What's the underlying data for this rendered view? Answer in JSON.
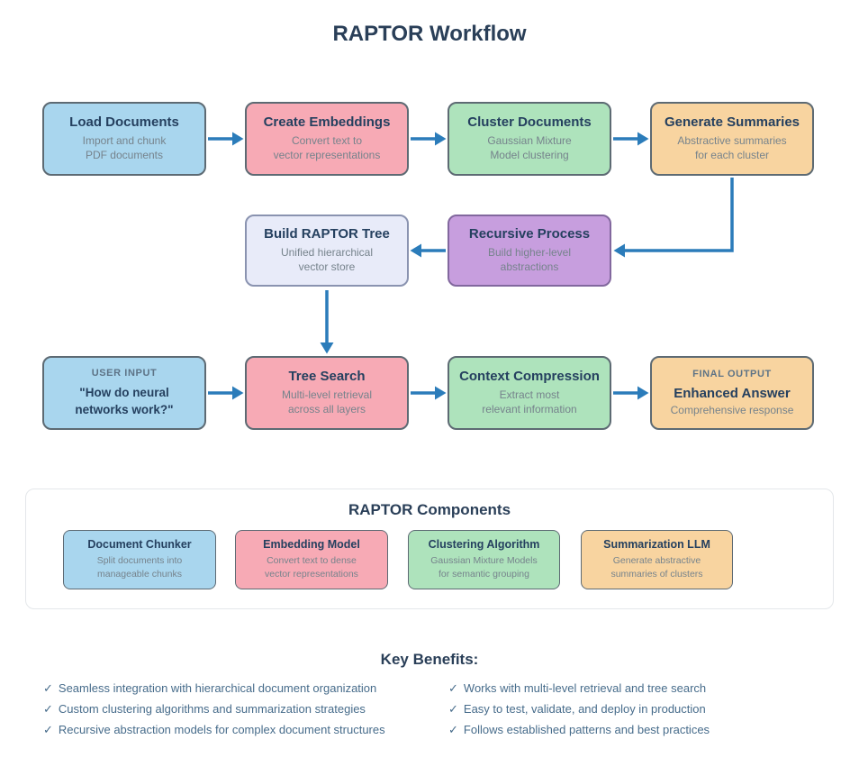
{
  "title": "RAPTOR Workflow",
  "palette": {
    "arrow": "#2b7cba",
    "blue_fill": "#a9d6ee",
    "pink_fill": "#f7aab5",
    "green_fill": "#aee3bc",
    "orange_fill": "#f8d4a0",
    "lavender_fill": "#e8ebf9",
    "purple_fill": "#c79ede",
    "title_navy": "#2a3f58",
    "subtitle_gray": "#76838c"
  },
  "flow": {
    "nodes": [
      {
        "title": "Load Documents",
        "subtitle": "Import and chunk\nPDF documents"
      },
      {
        "title": "Create Embeddings",
        "subtitle": "Convert text to\nvector representations"
      },
      {
        "title": "Cluster Documents",
        "subtitle": "Gaussian Mixture\nModel clustering"
      },
      {
        "title": "Generate Summaries",
        "subtitle": "Abstractive summaries\nfor each cluster"
      },
      {
        "title": "Build RAPTOR Tree",
        "subtitle": "Unified hierarchical\nvector store"
      },
      {
        "title": "Recursive Process",
        "subtitle": "Build higher-level\nabstractions"
      },
      {
        "label": "USER INPUT",
        "title": "\"How do neural\nnetworks work?\""
      },
      {
        "title": "Tree Search",
        "subtitle": "Multi-level retrieval\nacross all layers"
      },
      {
        "title": "Context Compression",
        "subtitle": "Extract most\nrelevant information"
      },
      {
        "label": "FINAL OUTPUT",
        "title": "Enhanced Answer",
        "subtitle": "Comprehensive response"
      }
    ]
  },
  "components": {
    "title": "RAPTOR Components",
    "items": [
      {
        "title": "Document Chunker",
        "subtitle": "Split documents into\nmanageable chunks"
      },
      {
        "title": "Embedding Model",
        "subtitle": "Convert text to dense\nvector representations"
      },
      {
        "title": "Clustering Algorithm",
        "subtitle": "Gaussian Mixture Models\nfor semantic grouping"
      },
      {
        "title": "Summarization LLM",
        "subtitle": "Generate abstractive\nsummaries of clusters"
      }
    ]
  },
  "benefits": {
    "title": "Key Benefits:",
    "check_glyph": "✓",
    "left": [
      "Seamless integration with hierarchical document organization",
      "Custom clustering algorithms and summarization strategies",
      "Recursive abstraction models for complex document structures"
    ],
    "right": [
      "Works with multi-level retrieval and tree search",
      "Easy to test, validate, and deploy in production",
      "Follows established patterns and best practices"
    ]
  }
}
